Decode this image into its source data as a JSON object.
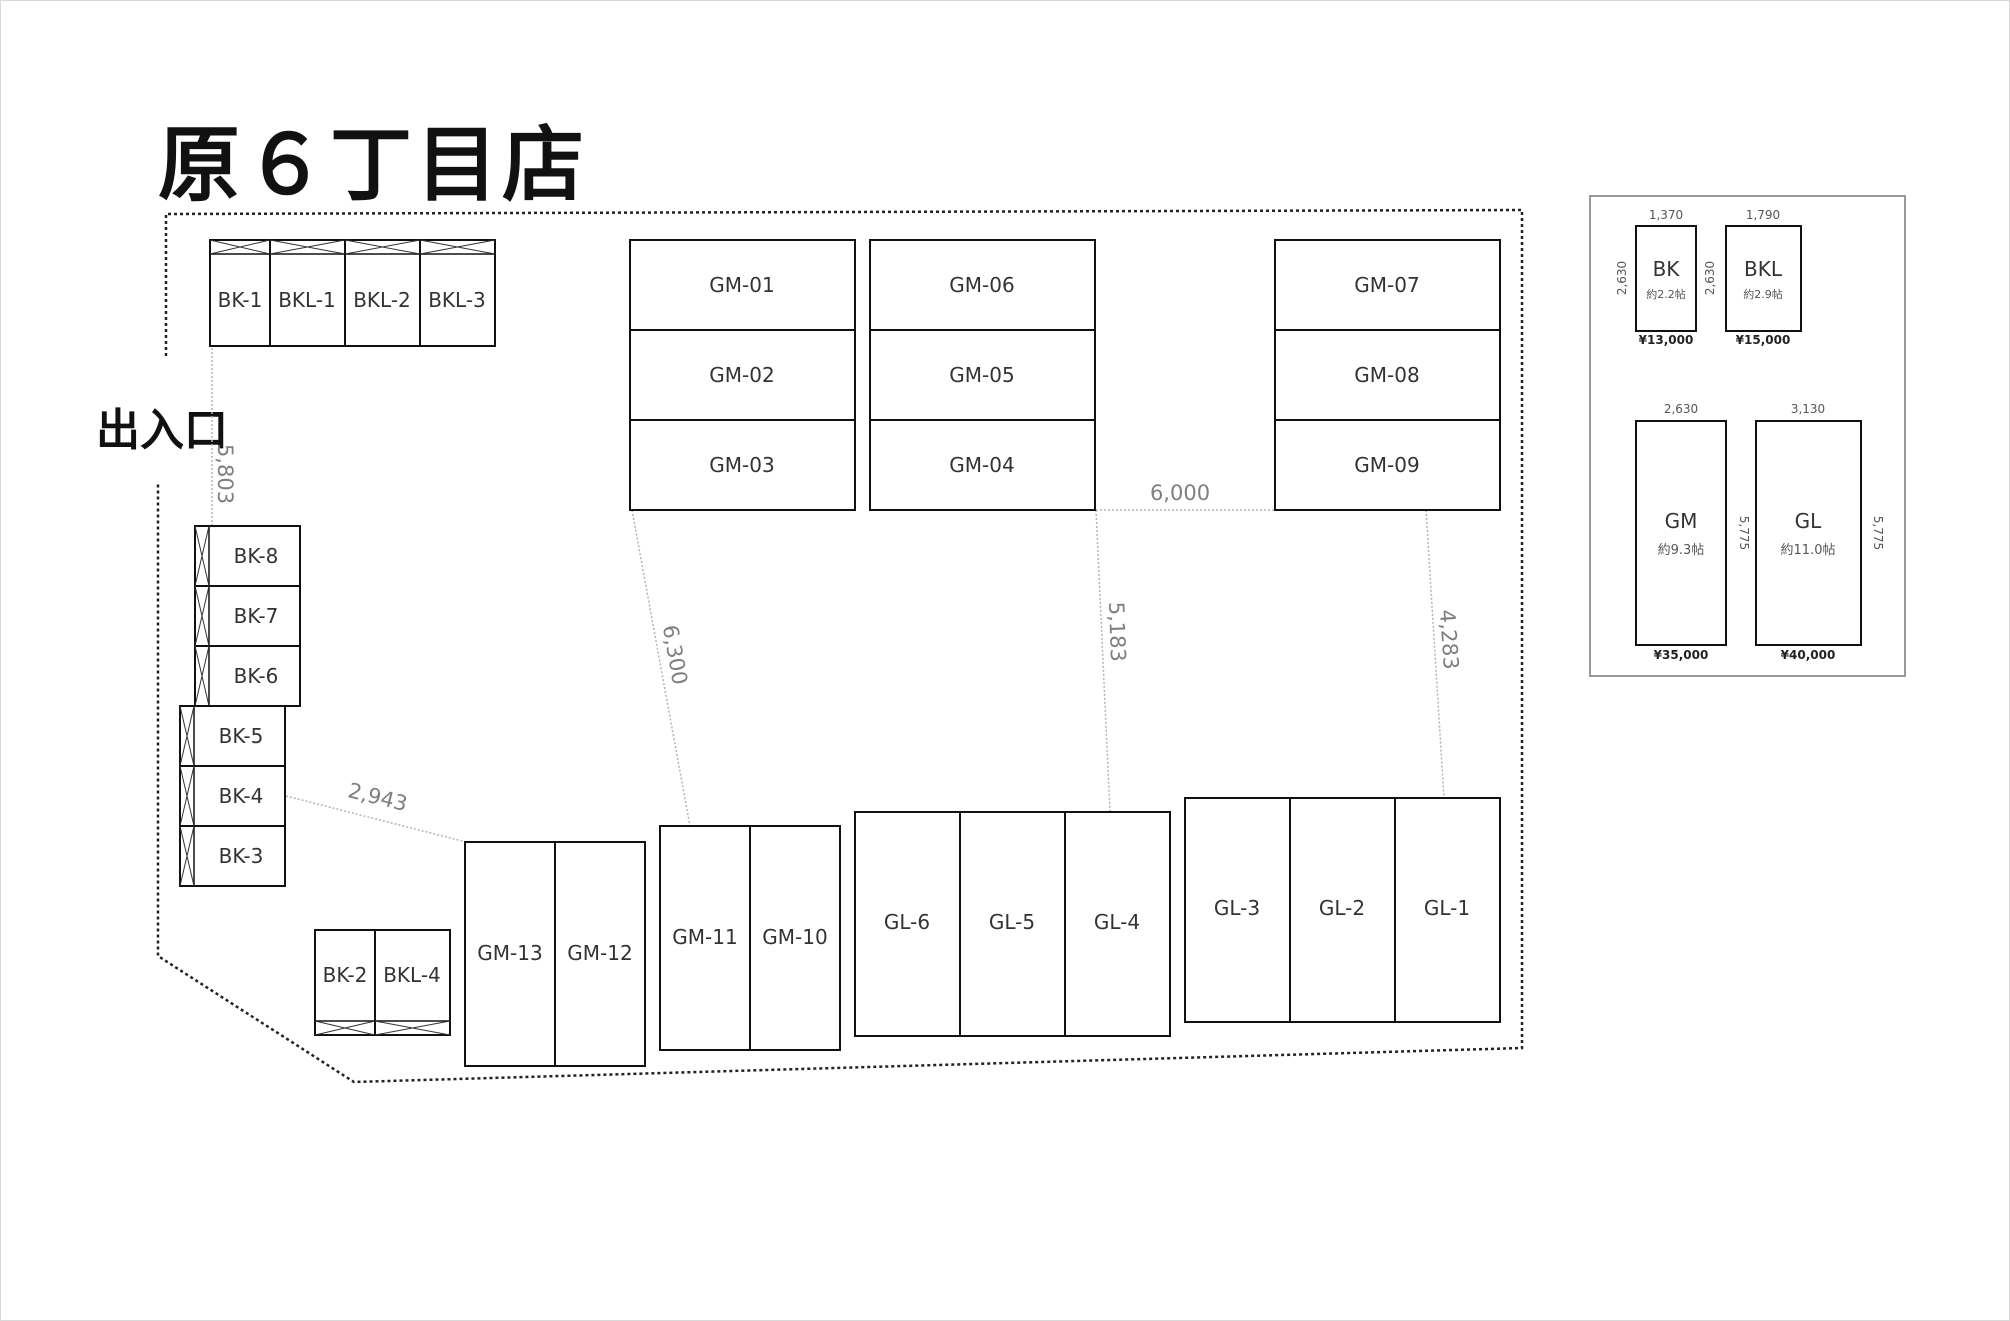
{
  "page": {
    "title": "原６丁目店",
    "entrance_label": "出入口"
  },
  "units": [
    {
      "id": "BK-1"
    },
    {
      "id": "BKL-1"
    },
    {
      "id": "BKL-2"
    },
    {
      "id": "BKL-3"
    },
    {
      "id": "BK-8"
    },
    {
      "id": "BK-7"
    },
    {
      "id": "BK-6"
    },
    {
      "id": "BK-5"
    },
    {
      "id": "BK-4"
    },
    {
      "id": "BK-3"
    },
    {
      "id": "BK-2"
    },
    {
      "id": "BKL-4"
    },
    {
      "id": "GM-01"
    },
    {
      "id": "GM-02"
    },
    {
      "id": "GM-03"
    },
    {
      "id": "GM-06"
    },
    {
      "id": "GM-05"
    },
    {
      "id": "GM-04"
    },
    {
      "id": "GM-07"
    },
    {
      "id": "GM-08"
    },
    {
      "id": "GM-09"
    },
    {
      "id": "GM-13"
    },
    {
      "id": "GM-12"
    },
    {
      "id": "GM-11"
    },
    {
      "id": "GM-10"
    },
    {
      "id": "GL-6"
    },
    {
      "id": "GL-5"
    },
    {
      "id": "GL-4"
    },
    {
      "id": "GL-3"
    },
    {
      "id": "GL-2"
    },
    {
      "id": "GL-1"
    }
  ],
  "distances": [
    "5,803",
    "6,000",
    "6,300",
    "5,183",
    "4,283",
    "2,943"
  ],
  "legend": {
    "BK": {
      "name": "BK",
      "size": "約2.2帖",
      "price": "¥13,000",
      "width": "1,370",
      "depth": "2,630"
    },
    "BKL": {
      "name": "BKL",
      "size": "約2.9帖",
      "price": "¥15,000",
      "width": "1,790",
      "depth": "2,630"
    },
    "GM": {
      "name": "GM",
      "size": "約9.3帖",
      "price": "¥35,000",
      "width": "2,630",
      "depth": "5,775"
    },
    "GL": {
      "name": "GL",
      "size": "約11.0帖",
      "price": "¥40,000",
      "width": "3,130",
      "depth": "5,775"
    }
  },
  "colors": {
    "line": "#111111",
    "text": "#333333",
    "dim_line": "#b3b3b3",
    "dim_text": "#7f7f7f",
    "legend_border": "#999999"
  }
}
